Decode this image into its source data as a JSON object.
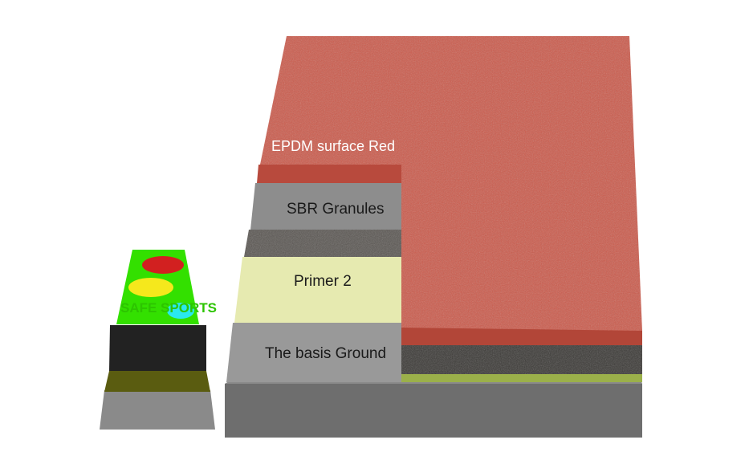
{
  "layers": {
    "epdm": "EPDM surface Red",
    "sbr": "SBR Granules",
    "primer": "Primer 2",
    "basis": "The basis Ground"
  },
  "small_block": {
    "logo_text": "SAFE SPORTS"
  },
  "colors": {
    "red": "#c8574a",
    "gray": "#8e8e8e",
    "primer": "#e6eab0",
    "green": "#33e000"
  }
}
